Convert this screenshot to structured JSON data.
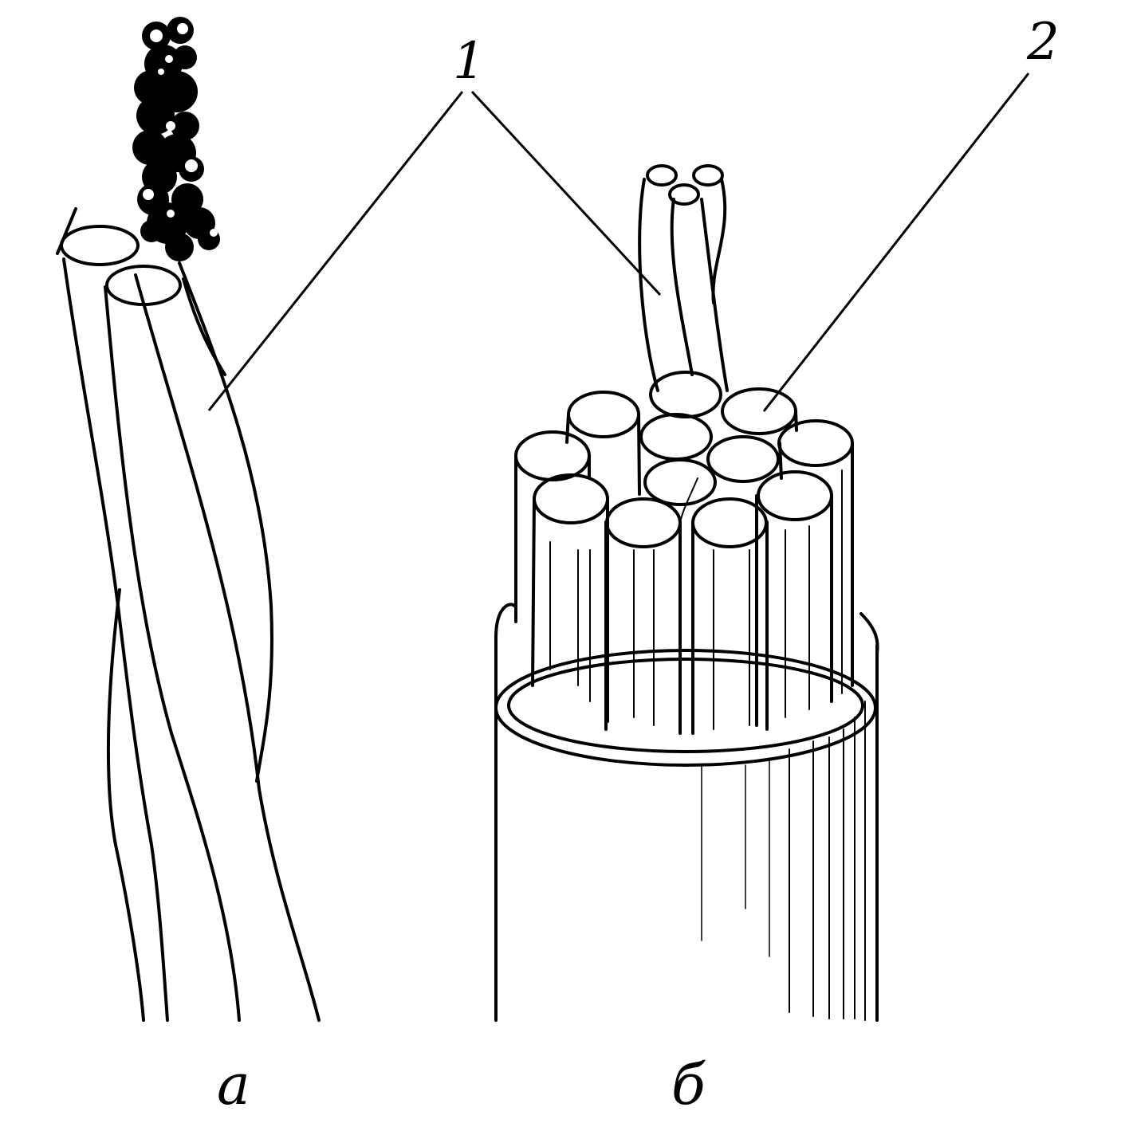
{
  "callouts": {
    "one": "1",
    "two": "2"
  },
  "panels": {
    "a": "a",
    "b": "б"
  },
  "colors": {
    "ink": "#000000",
    "paper": "#ffffff"
  }
}
